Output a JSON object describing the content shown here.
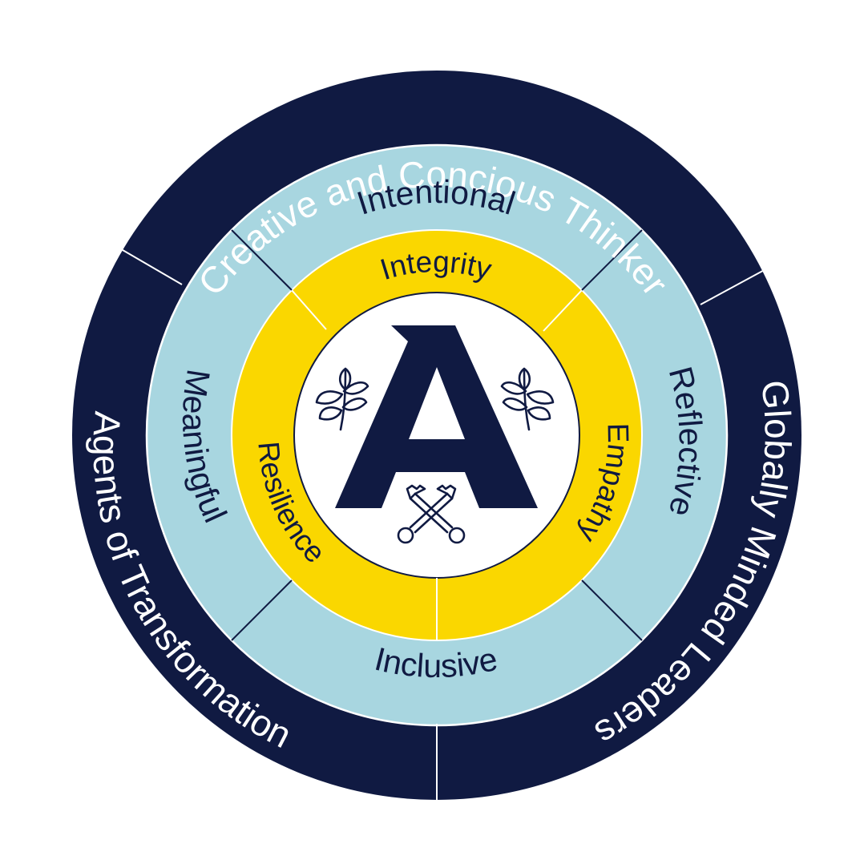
{
  "diagram": {
    "outer_ring": {
      "fill": "#101a42",
      "text_color": "#ffffff",
      "segments": [
        {
          "id": "top",
          "label": "Creative and Concious Thinker"
        },
        {
          "id": "right",
          "label": "Globally Minded Leaders"
        },
        {
          "id": "left",
          "label": "Agents of Transformation"
        }
      ]
    },
    "middle_ring": {
      "fill": "#a8d6e0",
      "text_color": "#101a42",
      "segments": [
        {
          "id": "top",
          "label": "Intentional"
        },
        {
          "id": "right",
          "label": "Reflective"
        },
        {
          "id": "bottom",
          "label": "Inclusive"
        },
        {
          "id": "left",
          "label": "Meaningful"
        }
      ]
    },
    "inner_ring": {
      "fill": "#fad700",
      "text_color": "#101a42",
      "segments": [
        {
          "id": "top",
          "label": "Integrity"
        },
        {
          "id": "right",
          "label": "Empathy"
        },
        {
          "id": "left",
          "label": "Resilience"
        }
      ]
    },
    "center": {
      "fill": "#ffffff",
      "logo": "A",
      "logo_color": "#101a42",
      "icons": [
        "laurel-branch-icon",
        "laurel-branch-icon",
        "crossed-keys-icon"
      ]
    }
  }
}
